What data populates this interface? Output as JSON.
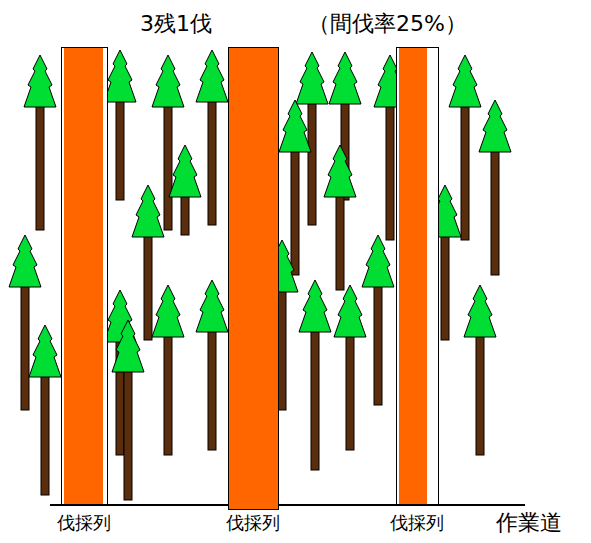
{
  "diagram": {
    "title": "3残1伐",
    "nodes": [
      {
        "text": [
          "伐採列"
        ]
      },
      {
        "text": [
          "伐採列"
        ]
      },
      {
        "text": [
          "伐採列"
        ]
      }
    ],
    "labels": [
      "（間伐率25%）",
      "作業道"
    ]
  }
}
